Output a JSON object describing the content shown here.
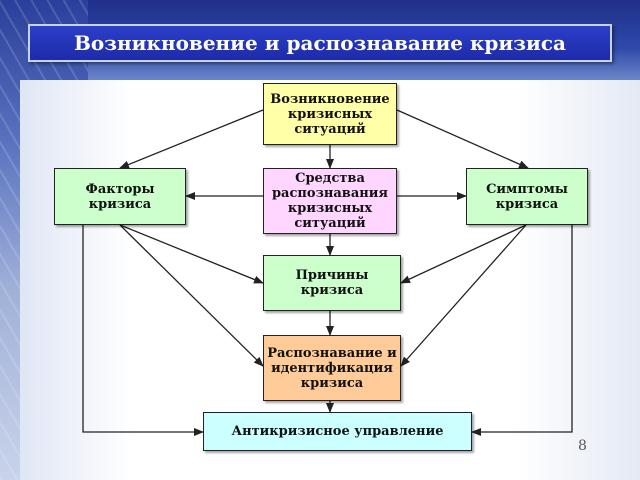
{
  "title": "Возникновение и распознавание кризиса",
  "nodes": {
    "origin": "Возникновение кризисных ситуаций",
    "means": "Средства распознавания кризисных ситуаций",
    "factors": "Факторы кризиса",
    "symptoms": "Симптомы кризиса",
    "causes": "Причины кризиса",
    "recognition": "Распознавание и идентификация кризиса",
    "management": "Антикризисное управление"
  },
  "page_number": "8",
  "colors": {
    "title_bar": "#1d2ba8",
    "origin": "#ffffa8",
    "factors": "#ccffcc",
    "symptoms": "#ccffcc",
    "means": "#ffd6ff",
    "causes": "#ccffcc",
    "recognition": "#ffcc99",
    "management": "#ccffff"
  }
}
